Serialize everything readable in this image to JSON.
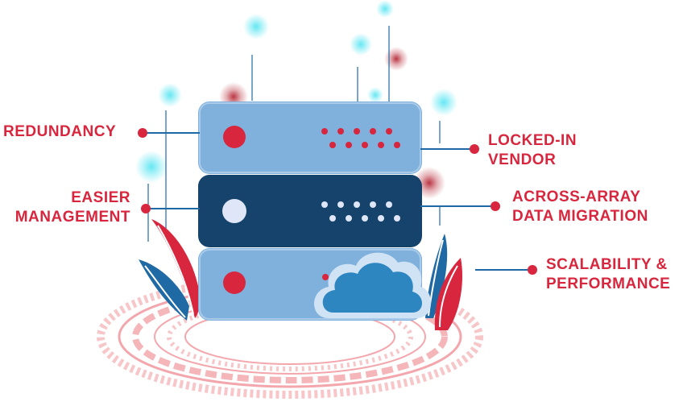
{
  "colors": {
    "label_red": "#d7263d",
    "connector_blue": "#1f6aa5",
    "server_light": "#7fb1dc",
    "server_dark": "#15436b",
    "cloud_blue": "#2e86c1",
    "glow_cyan": "#5ee6f2",
    "glow_red": "#b3202e",
    "ring_pink": "#f5b6ba"
  },
  "labels": {
    "redundancy": "REDUNDANCY",
    "easier_management": [
      "EASIER",
      "MANAGEMENT"
    ],
    "locked_in_vendor": [
      "LOCKED-IN",
      "VENDOR"
    ],
    "across_array": [
      "ACROSS-ARRAY",
      "DATA MIGRATION"
    ],
    "scalability": [
      "SCALABILITY &",
      "PERFORMANCE"
    ]
  },
  "icons": {
    "server": "server-stack-icon",
    "cloud": "cloud-icon",
    "leaf": "leaf-icon"
  }
}
